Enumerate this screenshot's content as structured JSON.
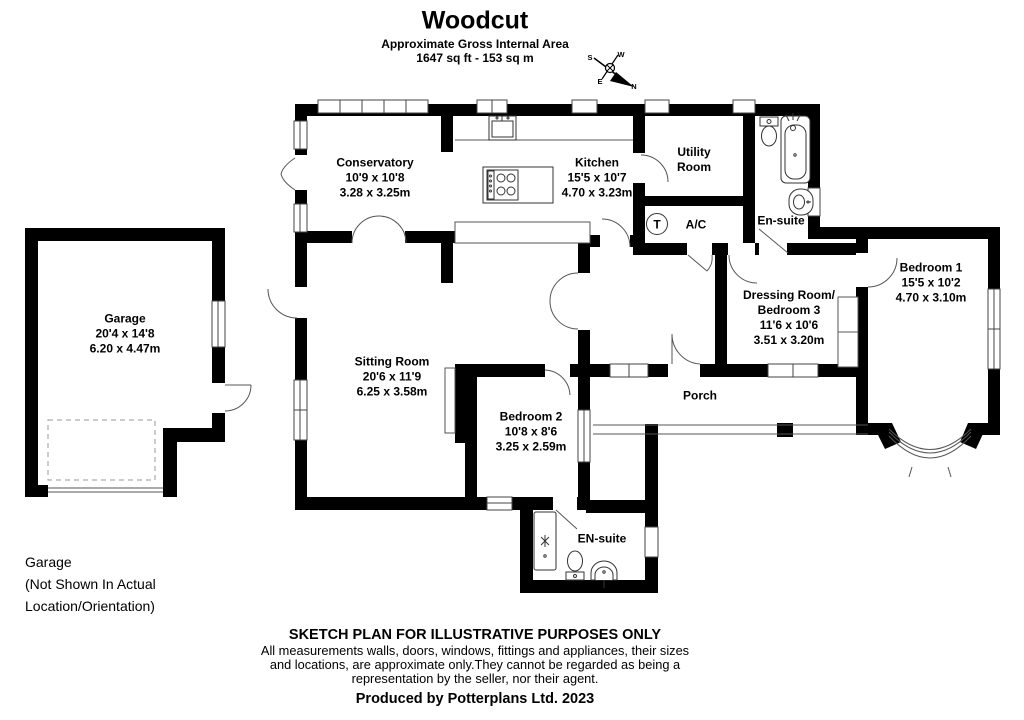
{
  "header": {
    "title": "Woodcut",
    "subtitle": "Approximate Gross Internal Area",
    "area": "1647 sq ft - 153 sq m"
  },
  "compass": {
    "n": "N",
    "s": "S",
    "e": "E",
    "w": "W"
  },
  "rooms": {
    "conservatory": {
      "name": "Conservatory",
      "imperial": "10'9 x 10'8",
      "metric": "3.28 x 3.25m"
    },
    "kitchen": {
      "name": "Kitchen",
      "imperial": "15'5 x 10'7",
      "metric": "4.70 x 3.23m"
    },
    "utility": {
      "line1": "Utility",
      "line2": "Room"
    },
    "ac": {
      "name": "A/C"
    },
    "tank": {
      "letter": "T"
    },
    "ensuite_top": {
      "name": "En-suite"
    },
    "dressing": {
      "line1": "Dressing Room/",
      "line2": "Bedroom 3",
      "imperial": "11'6 x 10'6",
      "metric": "3.51 x 3.20m"
    },
    "bedroom1": {
      "name": "Bedroom 1",
      "imperial": "15'5 x 10'2",
      "metric": "4.70 x 3.10m"
    },
    "porch": {
      "name": "Porch"
    },
    "sitting": {
      "name": "Sitting Room",
      "imperial": "20'6 x 11'9",
      "metric": "6.25 x 3.58m"
    },
    "bedroom2": {
      "name": "Bedroom 2",
      "imperial": "10'8 x 8'6",
      "metric": "3.25 x 2.59m"
    },
    "ensuite_bottom": {
      "name": "EN-suite"
    },
    "garage": {
      "name": "Garage",
      "imperial": "20'4 x 14'8",
      "metric": "6.20 x 4.47m"
    }
  },
  "garage_note": {
    "line1": "Garage",
    "line2": "(Not Shown In Actual",
    "line3": "Location/Orientation)"
  },
  "footer": {
    "disclaimer_title": "SKETCH PLAN FOR ILLUSTRATIVE PURPOSES ONLY",
    "line1": "All measurements walls, doors, windows, fittings and appliances, their sizes",
    "line2": "and locations, are approximate only.They cannot be regarded as being a",
    "line3": "representation by the seller, nor their agent.",
    "producer": "Produced by Potterplans Ltd. 2023"
  },
  "colors": {
    "wall": "#000000",
    "background": "#ffffff",
    "line": "#555555"
  }
}
